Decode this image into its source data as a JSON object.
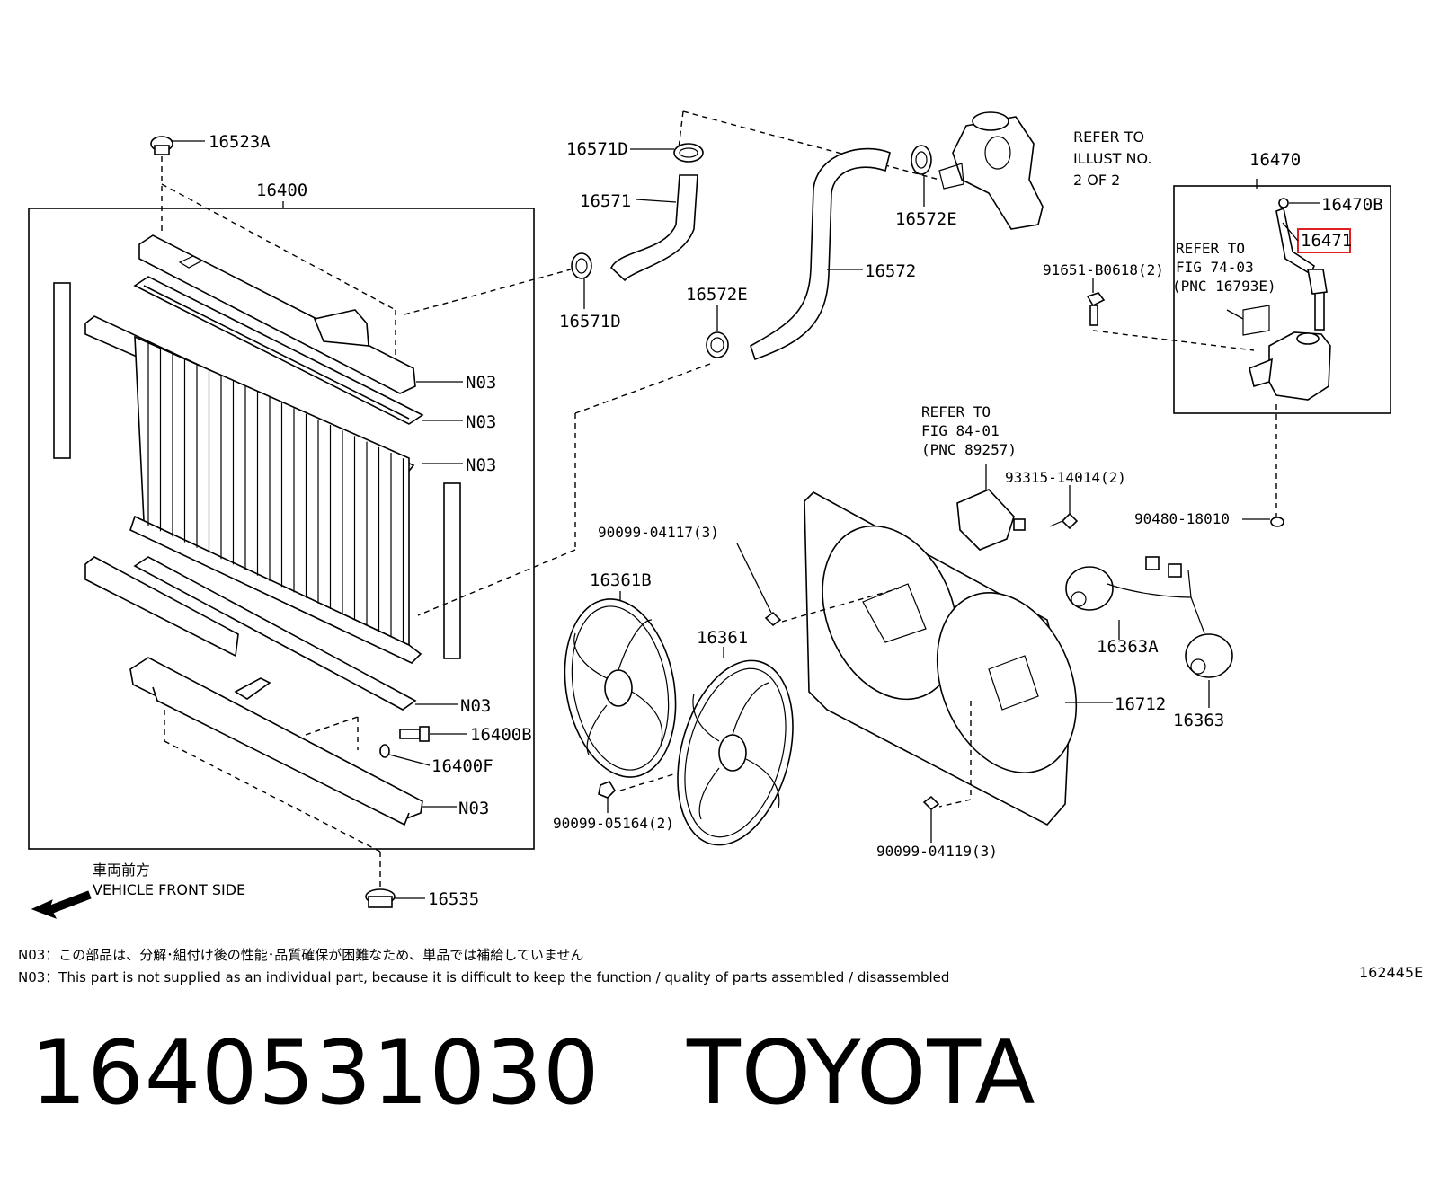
{
  "labels": {
    "p16523A": "16523A",
    "p16400": "16400",
    "p16571D_top": "16571D",
    "p16571": "16571",
    "p16571D_bottom": "16571D",
    "p16572E_top": "16572E",
    "p16572": "16572",
    "p16572E_mid": "16572E",
    "refer_illust_1": "REFER TO",
    "refer_illust_2": "ILLUST NO.",
    "refer_illust_3": "2 OF 2",
    "p16470": "16470",
    "p16470B": "16470B",
    "p16471": "16471",
    "refer_fig74_1": "REFER TO",
    "refer_fig74_2": "FIG 74-03",
    "refer_fig74_3": "(PNC 16793E)",
    "p91651": "91651-B0618(2)",
    "n03_1": "N03",
    "n03_2": "N03",
    "n03_3": "N03",
    "n03_4": "N03",
    "n03_5": "N03",
    "p16400B": "16400B",
    "p16400F": "16400F",
    "p16535": "16535",
    "refer_fig84_1": "REFER TO",
    "refer_fig84_2": "FIG 84-01",
    "refer_fig84_3": "(PNC 89257)",
    "p93315": "93315-14014(2)",
    "p90480": "90480-18010",
    "p90099_04117": "90099-04117(3)",
    "p16361B": "16361B",
    "p16361": "16361",
    "p16363A": "16363A",
    "p16363": "16363",
    "p16712": "16712",
    "p90099_05164": "90099-05164(2)",
    "p90099_04119": "90099-04119(3)",
    "front_jp": "車両前方",
    "front_en": "VEHICLE FRONT SIDE",
    "diagram_id": "162445E"
  },
  "notes": {
    "jp": "N03：この部品は、分解･組付け後の性能･品質確保が困難なため、単品では補給していません",
    "en": "N03：This part is not supplied as an individual part, because it is difficult to keep the function / quality of parts assembled / disassembled"
  },
  "highlight_part": "16471",
  "caption": {
    "part_number": "1640531030",
    "brand": "TOYOTA"
  }
}
